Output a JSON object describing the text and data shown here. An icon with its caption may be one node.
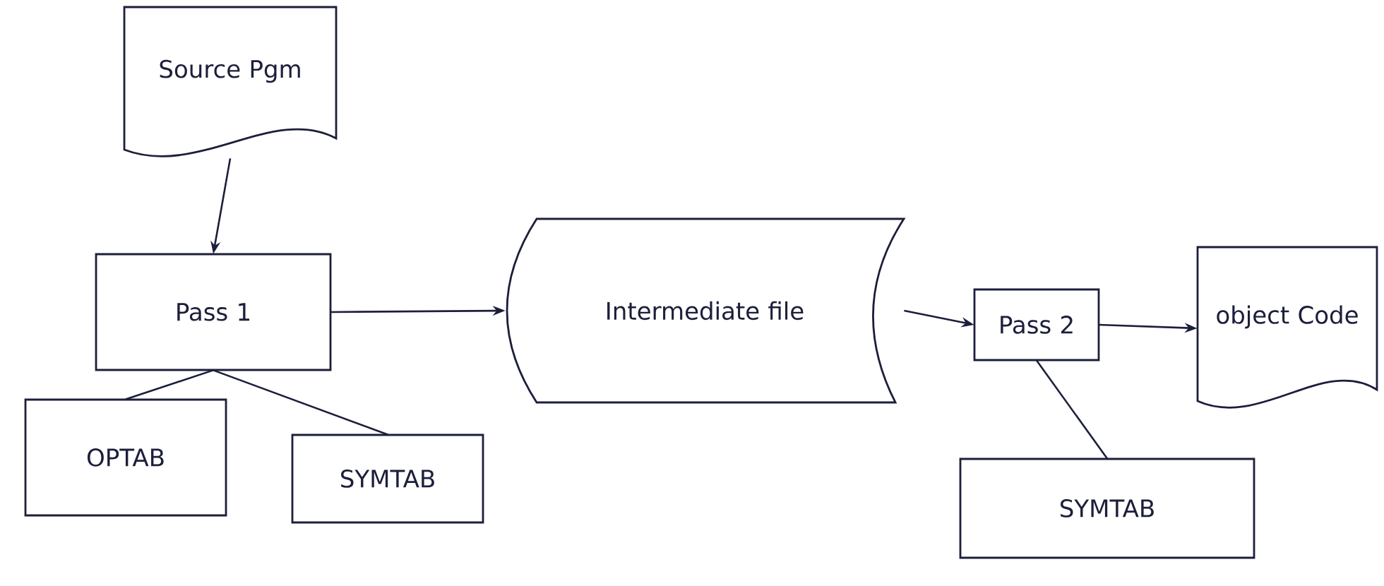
{
  "diagram": {
    "nodes": [
      {
        "text": [
          "Source Pgm"
        ]
      },
      {
        "text": [
          "Pass 1"
        ]
      },
      {
        "text": [
          "OPTAB"
        ]
      },
      {
        "text": [
          "SYMTAB"
        ]
      },
      {
        "text": [
          "Intermediate file"
        ]
      },
      {
        "text": [
          "Pass 2"
        ]
      },
      {
        "text": [
          "object Code"
        ]
      },
      {
        "text": [
          "SYMTAB"
        ]
      }
    ],
    "edges": [
      {
        "from": 0,
        "to": 1,
        "arrow": "to"
      },
      {
        "from": 1,
        "to": 4,
        "arrow": "to"
      },
      {
        "from": 4,
        "to": 5,
        "arrow": "to"
      },
      {
        "from": 5,
        "to": 6,
        "arrow": "to"
      },
      {
        "from": 2,
        "to": 1,
        "arrow": "none"
      },
      {
        "from": 3,
        "to": 1,
        "arrow": "none"
      },
      {
        "from": 7,
        "to": 5,
        "arrow": "none"
      }
    ]
  }
}
